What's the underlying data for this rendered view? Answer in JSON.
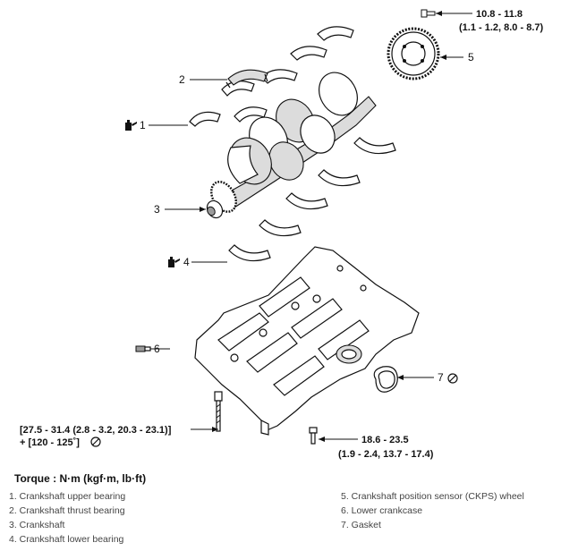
{
  "callouts": {
    "c1": "1",
    "c2": "2",
    "c3": "3",
    "c4": "4",
    "c5": "5",
    "c6": "6",
    "c7": "7"
  },
  "torques": {
    "ckps_bolt_line1": "10.8 - 11.8",
    "ckps_bolt_line2": "(1.1 - 1.2, 8.0 - 8.7)",
    "main_bolt_line1": "[27.5 - 31.4 (2.8 - 3.2, 20.3 - 23.1)]",
    "main_bolt_line2": "+ [120 - 125˚]",
    "case_bolt_line1": "18.6 - 23.5",
    "case_bolt_line2": "(1.9 - 2.4, 13.7 - 17.4)"
  },
  "legend": {
    "title": "Torque : N·m (kgf·m, lb·ft)",
    "items_left": [
      "1. Crankshaft upper bearing",
      "2. Crankshaft thrust bearing",
      "3. Crankshaft",
      "4. Crankshaft lower bearing"
    ],
    "items_right": [
      "5. Crankshaft position sensor (CKPS) wheel",
      "6. Lower crankcase",
      "7. Gasket"
    ]
  },
  "icons": {
    "oil_can": "oil-can-icon",
    "no_reuse": "do-not-reuse-icon"
  }
}
